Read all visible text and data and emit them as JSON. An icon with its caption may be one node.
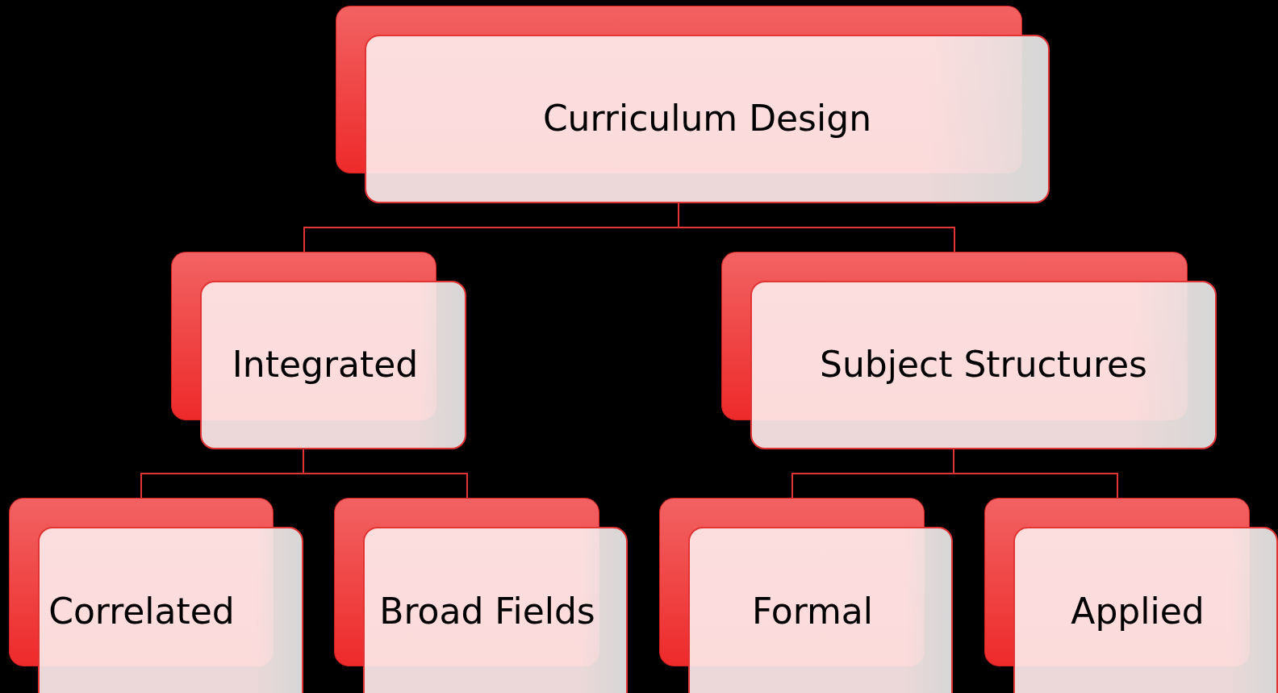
{
  "diagram": {
    "nodes": [
      {
        "text": [
          "Curriculum Design"
        ]
      },
      {
        "text": [
          "Integrated"
        ]
      },
      {
        "text": [
          "Subject Structures"
        ]
      },
      {
        "text": [
          "Correlated"
        ]
      },
      {
        "text": [
          "Broad Fields"
        ]
      },
      {
        "text": [
          "Formal"
        ]
      },
      {
        "text": [
          "Applied"
        ]
      }
    ],
    "edges": [
      {
        "from": 0,
        "to": 1,
        "arrow": "none"
      },
      {
        "from": 0,
        "to": 2,
        "arrow": "none"
      },
      {
        "from": 1,
        "to": 3,
        "arrow": "none"
      },
      {
        "from": 1,
        "to": 4,
        "arrow": "none"
      },
      {
        "from": 2,
        "to": 5,
        "arrow": "none"
      },
      {
        "from": 2,
        "to": 6,
        "arrow": "none"
      }
    ]
  }
}
